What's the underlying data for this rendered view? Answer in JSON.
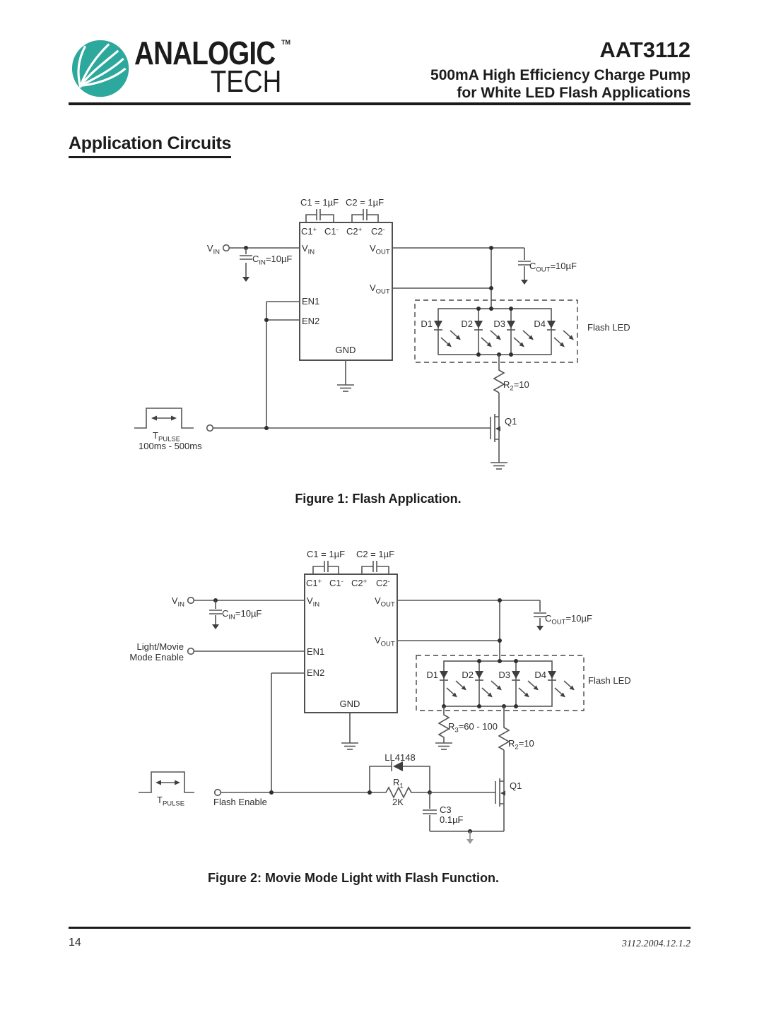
{
  "header": {
    "brand_top": "ANALOGIC",
    "brand_bottom": "TECH",
    "trademark": "TM",
    "part": "AAT3112",
    "title_line1": "500mA High Efficiency Charge Pump",
    "title_line2": "for White LED Flash Applications",
    "logo_color": "#2ca89c"
  },
  "section": {
    "title": "Application Circuits"
  },
  "fig1": {
    "caption": "Figure 1: Flash Application.",
    "c1": "C1 = 1µF",
    "c2": "C2 = 1µF",
    "pins": {
      "c1p_m": "C1",
      "c1p_s": "+",
      "c1n_m": "C1",
      "c1n_s": "-",
      "c2p_m": "C2",
      "c2p_s": "+",
      "c2n_m": "C2",
      "c2n_s": "-",
      "vin_m": "V",
      "vin_s": "IN",
      "vout_m": "V",
      "vout_s": "OUT",
      "en1": "EN1",
      "en2": "EN2",
      "gnd": "GND"
    },
    "vin_m": "V",
    "vin_s": "IN",
    "cin_m": "C",
    "cin_s": "IN",
    "cin_v": "=10µF",
    "cout_m": "C",
    "cout_s": "OUT",
    "cout_v": "=10µF",
    "d1": "D1",
    "d2": "D2",
    "d3": "D3",
    "d4": "D4",
    "flash_led": "Flash LED",
    "r2_m": "R",
    "r2_s": "2",
    "r2_v": "=10",
    "q1": "Q1",
    "tp_m": "T",
    "tp_s": "PULSE",
    "pulse_range": "100ms - 500ms"
  },
  "fig2": {
    "caption": "Figure 2: Movie Mode Light with Flash Function.",
    "c1": "C1 = 1µF",
    "c2": "C2 = 1µF",
    "pins": {
      "c1p_m": "C1",
      "c1p_s": "+",
      "c1n_m": "C1",
      "c1n_s": "-",
      "c2p_m": "C2",
      "c2p_s": "+",
      "c2n_m": "C2",
      "c2n_s": "-",
      "vin_m": "V",
      "vin_s": "IN",
      "vout_m": "V",
      "vout_s": "OUT",
      "en1": "EN1",
      "en2": "EN2",
      "gnd": "GND"
    },
    "vin_m": "V",
    "vin_s": "IN",
    "cin_m": "C",
    "cin_s": "IN",
    "cin_v": "=10µF",
    "cout_m": "C",
    "cout_s": "OUT",
    "cout_v": "=10µF",
    "enable1_line1": "Light/Movie",
    "enable1_line2": "Mode Enable",
    "flash_enable": "Flash Enable",
    "d1": "D1",
    "d2": "D2",
    "d3": "D3",
    "d4": "D4",
    "flash_led": "Flash LED",
    "r3_m": "R",
    "r3_s": "3",
    "r3_v": "=60 - 100",
    "r2_m": "R",
    "r2_s": "2",
    "r2_v": "=10",
    "q1": "Q1",
    "diode": "LL4148",
    "r1_m": "R",
    "r1_s": "1",
    "r1_v": "2K",
    "c3_ref": "C3",
    "c3_v": "0.1µF",
    "tp_m": "T",
    "tp_s": "PULSE"
  },
  "footer": {
    "page": "14",
    "doc": "3112.2004.12.1.2"
  }
}
